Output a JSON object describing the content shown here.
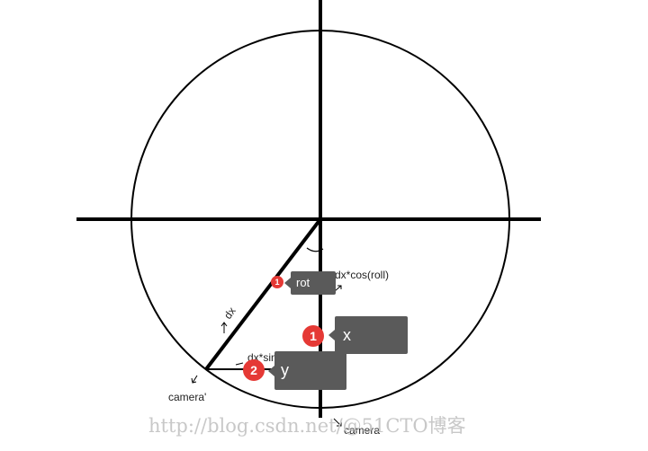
{
  "labels": {
    "cos": "dx*cos(roll)",
    "sin": "dx*sin(roll",
    "dx": "dx",
    "camera_prime": "camera'",
    "camera": "camera"
  },
  "tags": {
    "rot": "rot",
    "x": "x",
    "y": "y"
  },
  "markers": {
    "small": "1",
    "one": "1",
    "two": "2"
  },
  "watermark": "http://blog.csdn.net/@51CTO博客"
}
